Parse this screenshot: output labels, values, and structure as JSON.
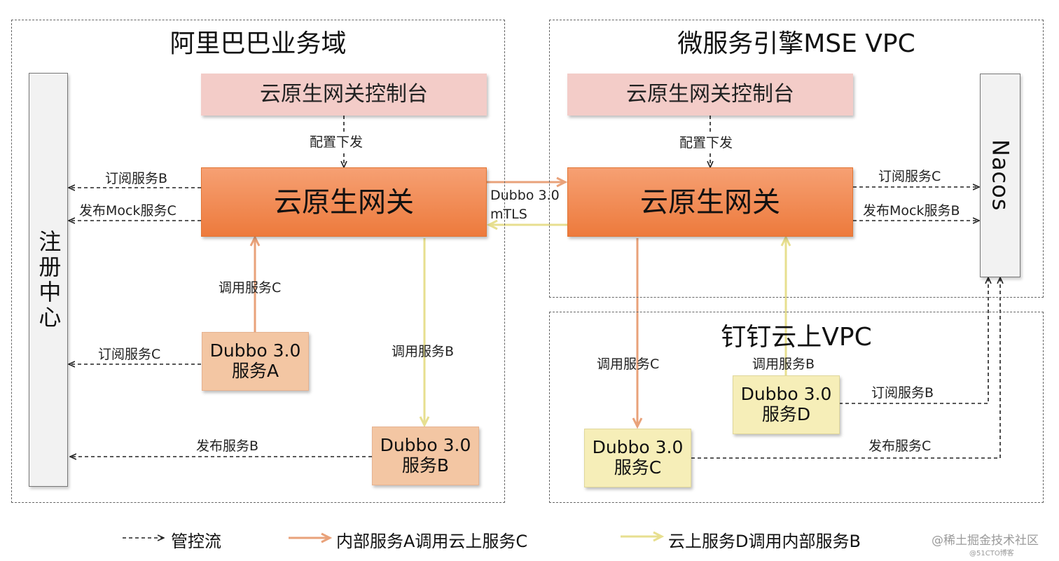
{
  "regions": {
    "alibaba": {
      "title": "阿里巴巴业务域"
    },
    "mse": {
      "title": "微服务引擎MSE VPC"
    },
    "dingtalk": {
      "title": "钉钉云上VPC"
    }
  },
  "nodes": {
    "registry": {
      "label": "注册中心"
    },
    "nacos": {
      "label": "Nacos"
    },
    "console_left": {
      "label": "云原生网关控制台"
    },
    "console_right": {
      "label": "云原生网关控制台"
    },
    "gateway_left": {
      "label": "云原生网关"
    },
    "gateway_right": {
      "label": "云原生网关"
    },
    "service_a": {
      "line1": "Dubbo 3.0",
      "line2": "服务A"
    },
    "service_b": {
      "line1": "Dubbo 3.0",
      "line2": "服务B"
    },
    "service_c": {
      "line1": "Dubbo 3.0",
      "line2": "服务C"
    },
    "service_d": {
      "line1": "Dubbo 3.0",
      "line2": "服务D"
    }
  },
  "edges": {
    "config_left": "配置下发",
    "config_right": "配置下发",
    "left_subscribe_b": "订阅服务B",
    "left_publish_mock_c": "发布Mock服务C",
    "left_subscribe_c": "订阅服务C",
    "left_publish_b": "发布服务B",
    "a_call_c": "调用服务C",
    "gw_call_b": "调用服务B",
    "link_protocol_1": "Dubbo 3.0",
    "link_protocol_2": "mTLS",
    "right_subscribe_c": "订阅服务C",
    "right_publish_mock_b": "发布Mock服务B",
    "gw_call_c": "调用服务C",
    "d_call_b": "调用服务B",
    "d_subscribe_b": "订阅服务B",
    "c_publish_c": "发布服务C"
  },
  "legend": {
    "control": "管控流",
    "internal_to_cloud": "内部服务A调用云上服务C",
    "cloud_to_internal": "云上服务D调用内部服务B"
  },
  "watermark": {
    "main": "@稀土掘金技术社区",
    "sub": "@51CTO博客"
  },
  "colors": {
    "control": "#222222",
    "orange_flow": "#e9a27a",
    "yellow_flow": "#e7df8f",
    "gateway": "#ed7a3c",
    "console": "#f3ccc8",
    "service_peach": "#f3c6a3",
    "service_yellow": "#f6eeb8"
  }
}
